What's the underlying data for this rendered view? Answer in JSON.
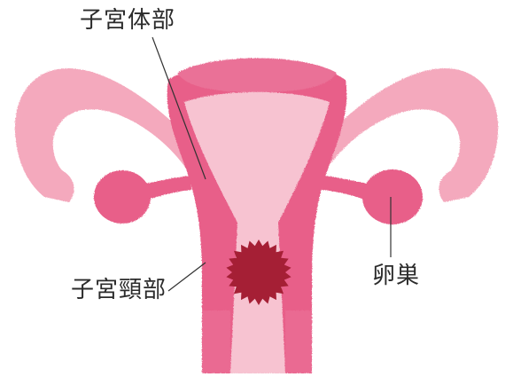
{
  "labels": {
    "uterine_body": "子宮体部",
    "cervix": "子宮頸部",
    "ovary": "卵巣"
  },
  "colors": {
    "outer_pink": "#f4a9bd",
    "light_pink": "#f7c3d1",
    "deep_pink": "#e85f89",
    "fundus_pink": "#ea7197",
    "tumor": "#a51f35",
    "leader_line": "#333333"
  }
}
